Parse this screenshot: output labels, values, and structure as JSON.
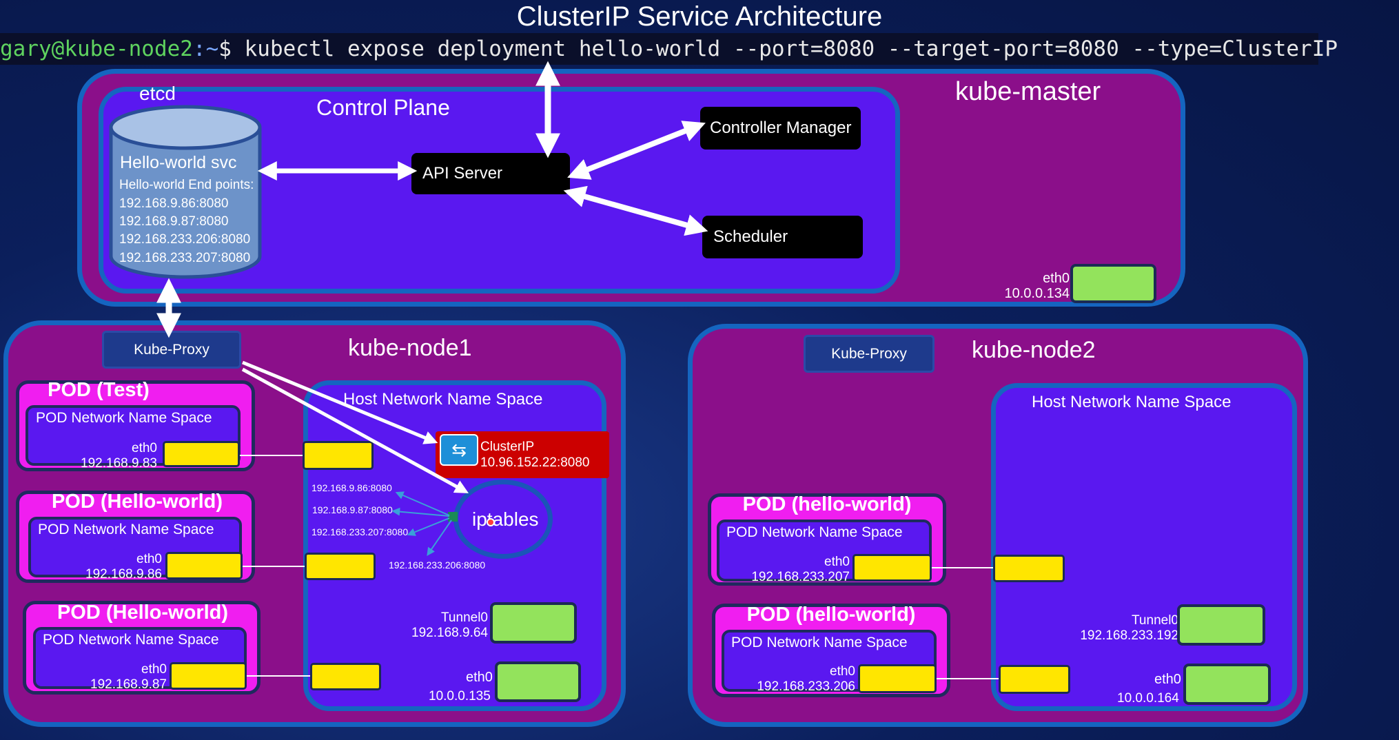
{
  "title": "ClusterIP Service Architecture",
  "command": {
    "user": "gary@kube-node2",
    "path": ":~",
    "prompt": "$",
    "text": " kubectl expose deployment hello-world --port=8080 --target-port=8080 --type=ClusterIP"
  },
  "master": {
    "name": "kube-master",
    "control_plane": "Control Plane",
    "etcd_label": "etcd",
    "etcd_svc": "Hello-world svc",
    "etcd_endpoints_title": "Hello-world End points:",
    "etcd_endpoints": [
      "192.168.9.86:8080",
      "192.168.9.87:8080",
      "192.168.233.206:8080",
      "192.168.233.207:8080"
    ],
    "api_server": "API Server",
    "controller_manager": "Controller Manager",
    "scheduler": "Scheduler",
    "eth_label": "eth0",
    "eth_ip": "10.0.0.134"
  },
  "node1": {
    "name": "kube-node1",
    "kube_proxy": "Kube-Proxy",
    "host_ns": "Host Network Name Space",
    "pods": [
      {
        "title": "POD (Test)",
        "ns": "POD Network Name Space",
        "eth": "eth0",
        "ip": "192.168.9.83"
      },
      {
        "title": "POD (Hello-world)",
        "ns": "POD Network Name Space",
        "eth": "eth0",
        "ip": "192.168.9.86"
      },
      {
        "title": "POD (Hello-world)",
        "ns": "POD Network Name Space",
        "eth": "eth0",
        "ip": "192.168.9.87"
      }
    ],
    "clusterip_label": "ClusterIP",
    "clusterip_addr": "10.96.152.22:8080",
    "iptables": "iptables",
    "routes": [
      "192.168.9.86:8080",
      "192.168.9.87:8080",
      "192.168.233.207:8080",
      "192.168.233.206:8080"
    ],
    "tunnel_label": "Tunnel0",
    "tunnel_ip": "192.168.9.64",
    "eth_label": "eth0",
    "eth_ip": "10.0.0.135"
  },
  "node2": {
    "name": "kube-node2",
    "kube_proxy": "Kube-Proxy",
    "host_ns": "Host Network Name Space",
    "pods": [
      {
        "title": "POD (hello-world)",
        "ns": "POD Network Name Space",
        "eth": "eth0",
        "ip": "192.168.233.207"
      },
      {
        "title": "POD (hello-world)",
        "ns": "POD Network Name Space",
        "eth": "eth0",
        "ip": "192.168.233.206"
      }
    ],
    "tunnel_label": "Tunnel0",
    "tunnel_ip": "192.168.233.192",
    "eth_label": "eth0",
    "eth_ip": "10.0.0.164"
  },
  "colors": {
    "host": "#8b0f8a",
    "plane": "#5a18f0",
    "pod": "#f01ef0",
    "border": "#1565c0",
    "veth": "#ffe600",
    "nic": "#93e35c",
    "clusterip": "#cc0000"
  }
}
